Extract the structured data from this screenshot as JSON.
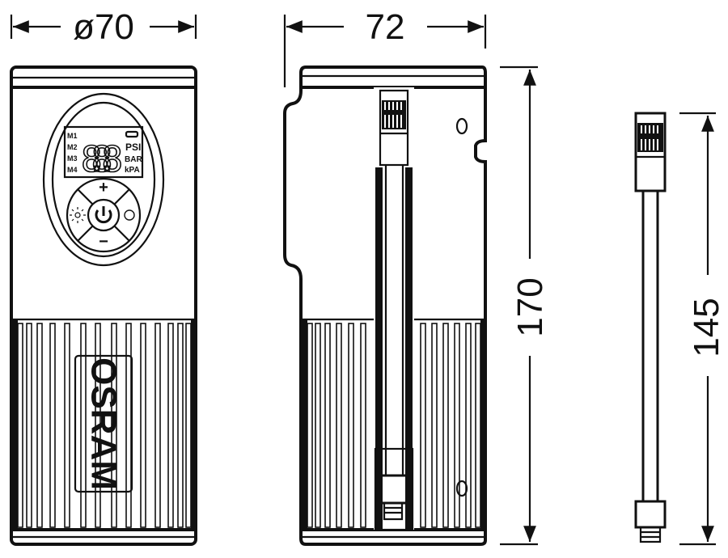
{
  "dimensions": {
    "diameter": "ø70",
    "depth": "72",
    "height": "170",
    "hose_length": "145"
  },
  "display": {
    "memory_labels": [
      "M1",
      "M2",
      "M3",
      "M4"
    ],
    "digits": "8.8.8",
    "units": [
      "PSI",
      "BAR",
      "kPA"
    ],
    "plus": "+",
    "minus": "−"
  },
  "brand": "OSRAM",
  "colors": {
    "line": "#111111",
    "background": "#ffffff"
  }
}
